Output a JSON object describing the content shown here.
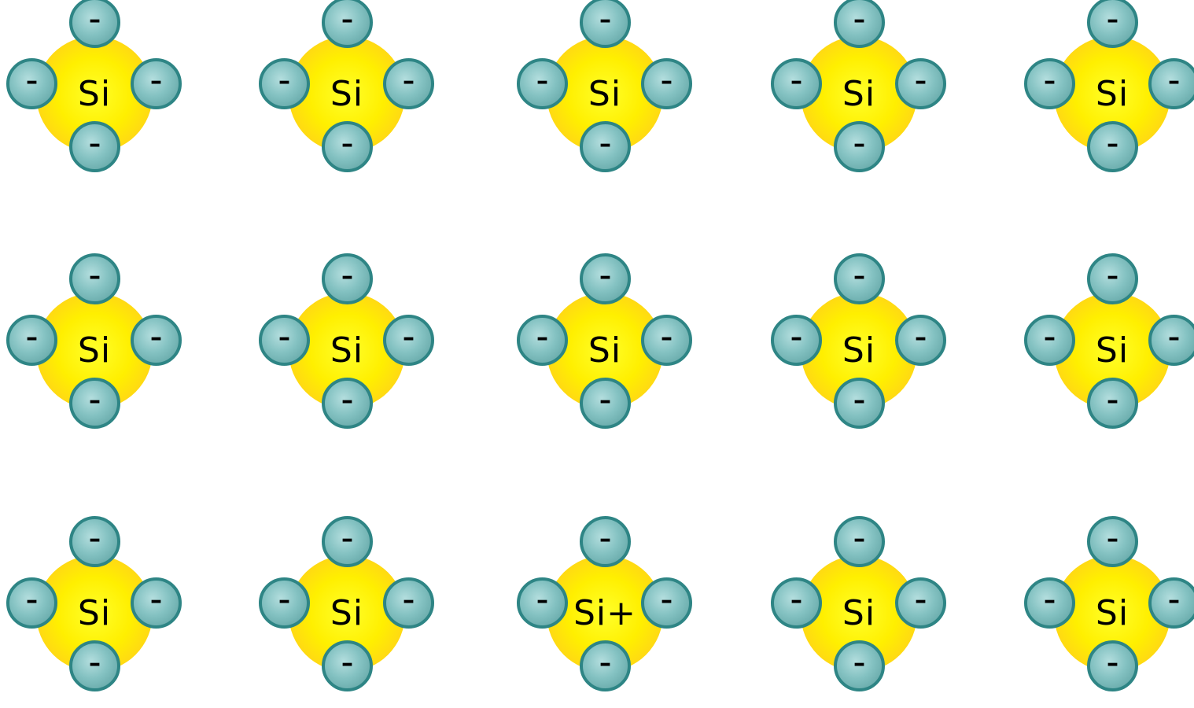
{
  "colors": {
    "nucleus": "#ffe600",
    "electron_fill": "#84c2c2",
    "electron_border": "#2e8585",
    "background": "#ffffff"
  },
  "icons": {
    "nucleus": "silicon-nucleus-icon",
    "electron": "electron-icon"
  },
  "lattice": {
    "rows": [
      {
        "atoms": [
          {
            "symbol": "Si",
            "electrons": [
              "–",
              "–",
              "–",
              "–"
            ]
          },
          {
            "symbol": "Si",
            "electrons": [
              "–",
              "–",
              "–",
              "–"
            ]
          },
          {
            "symbol": "Si",
            "electrons": [
              "–",
              "–",
              "–",
              "–"
            ]
          },
          {
            "symbol": "Si",
            "electrons": [
              "–",
              "–",
              "–",
              "–"
            ]
          },
          {
            "symbol": "Si",
            "electrons": [
              "–",
              "–",
              "–",
              "–"
            ]
          }
        ]
      },
      {
        "atoms": [
          {
            "symbol": "Si",
            "electrons": [
              "–",
              "–",
              "–",
              "–"
            ]
          },
          {
            "symbol": "Si",
            "electrons": [
              "–",
              "–",
              "–",
              "–"
            ]
          },
          {
            "symbol": "Si",
            "electrons": [
              "–",
              "–",
              "–",
              "–"
            ]
          },
          {
            "symbol": "Si",
            "electrons": [
              "–",
              "–",
              "–",
              "–"
            ]
          },
          {
            "symbol": "Si",
            "electrons": [
              "–",
              "–",
              "–",
              "–"
            ]
          }
        ]
      },
      {
        "atoms": [
          {
            "symbol": "Si",
            "electrons": [
              "–",
              "–",
              "–",
              "–"
            ]
          },
          {
            "symbol": "Si",
            "electrons": [
              "–",
              "–",
              "–",
              "–"
            ]
          },
          {
            "symbol": "Si+",
            "electrons": [
              "–",
              "–",
              "–",
              "–"
            ]
          },
          {
            "symbol": "Si",
            "electrons": [
              "–",
              "–",
              "–",
              "–"
            ]
          },
          {
            "symbol": "Si",
            "electrons": [
              "–",
              "–",
              "–",
              "–"
            ]
          }
        ]
      }
    ]
  }
}
